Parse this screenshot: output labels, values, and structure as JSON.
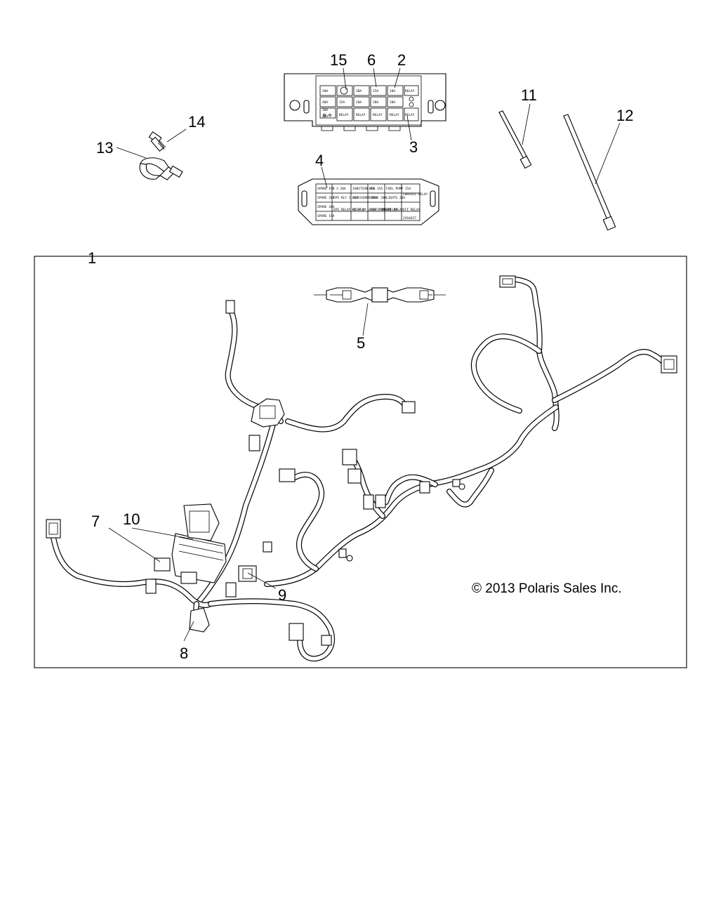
{
  "callouts": {
    "c1": "1",
    "c2": "2",
    "c3": "3",
    "c4": "4",
    "c5": "5",
    "c6": "6",
    "c7": "7",
    "c8": "8",
    "c9": "9",
    "c10": "10",
    "c11": "11",
    "c12": "12",
    "c13": "13",
    "c14": "14",
    "c15": "15"
  },
  "copyright": "© 2013 Polaris Sales Inc.",
  "fuse_cover_labels": [
    [
      "SPARE IGN 3 20A",
      "IGNITION 40A",
      "EFI 15A",
      "FUEL PUMP 15A",
      "CHASSIS RELAY"
    ],
    [
      "SPARE 20A",
      "EPS RLY 1 20A",
      "ACCESSORY 20A",
      "DRIVE 20A",
      "LIGHTS 20A",
      ""
    ],
    [
      "SPARE 20A",
      "",
      "",
      "",
      "",
      ""
    ],
    [
      "SPARE 15A",
      "EPS RELAY KEEP 1",
      "HI BEAM LIGHTS RELAY",
      "FUEL PUMP RELAY",
      "EFI RELAY",
      "EFI RELAY"
    ]
  ],
  "fuse_cover_part_number": "2410427",
  "fuse_box_labels": {
    "row1": [
      "20A",
      "",
      "30A",
      "15A",
      "10A",
      "RELAY"
    ],
    "row2": [
      "40A",
      "15A",
      "20A",
      "20A",
      "20A",
      ""
    ],
    "row3": [
      "20A",
      "RELAY",
      "RELAY",
      "RELAY",
      "RELAY",
      "RELAY"
    ],
    "row4": [
      "20A",
      "",
      "",
      "",
      "",
      ""
    ]
  }
}
